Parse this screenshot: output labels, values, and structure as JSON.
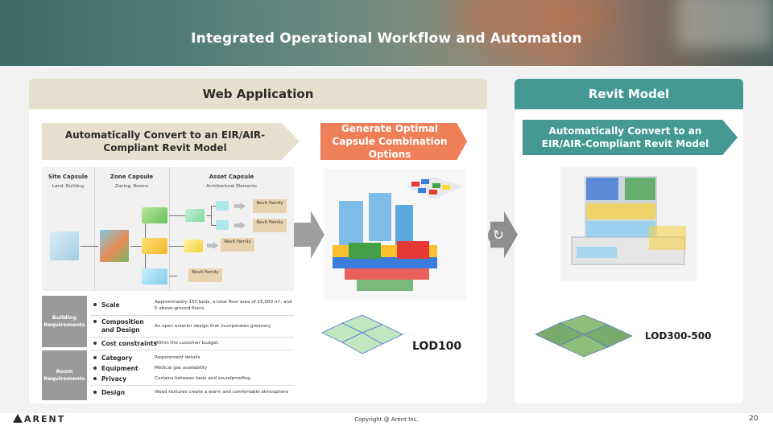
{
  "slide": {
    "title": "Integrated Operational Workflow and Automation",
    "page_number": "20",
    "copyright": "Copyright @ Arent Inc.",
    "logo_text": "ARENT"
  },
  "web_app": {
    "header": "Web Application",
    "convert_step": "Automatically Convert to an EIR/AIR-Compliant Revit Model",
    "generate_step": "Generate Optimal Capsule Combination Options",
    "lod_label": "LOD100",
    "diagram": {
      "site": {
        "title": "Site Capsule",
        "sub": "Land, Building"
      },
      "zone": {
        "title": "Zone Capsule",
        "sub": "Zoning, Rooms"
      },
      "asset": {
        "title": "Asset Capsule",
        "sub": "Architectural Elements"
      },
      "revit_family": "Revit Family"
    },
    "requirements": {
      "building_label": "Building Requirements",
      "room_label": "Room Requirements",
      "building_rows": [
        {
          "label": "Scale",
          "value": "Approximately 150 beds, a total floor area of 15,000 m², and 5 above-ground floors"
        },
        {
          "label": "Composition and Design",
          "value": "An open exterior design that incorporates greenery"
        },
        {
          "label": "Cost constraints",
          "value": "Within the customer budget."
        }
      ],
      "room_rows": [
        {
          "label": "Category",
          "value": "Requirement details"
        },
        {
          "label": "Equipment",
          "value": "Medical gas availability"
        },
        {
          "label": "Privacy",
          "value": "Curtains between beds and soundproofing"
        },
        {
          "label": "Design",
          "value": "Wood textures create a warm and comfortable atmosphere"
        }
      ]
    }
  },
  "revit": {
    "header": "Revit Model",
    "convert_step": "Automatically Convert to an EIR/AIR-Compliant Revit Model",
    "lod_label": "LOD300-500"
  },
  "colors": {
    "teal": "#449995",
    "beige": "#e7e0cf",
    "orange": "#ef7f58"
  }
}
